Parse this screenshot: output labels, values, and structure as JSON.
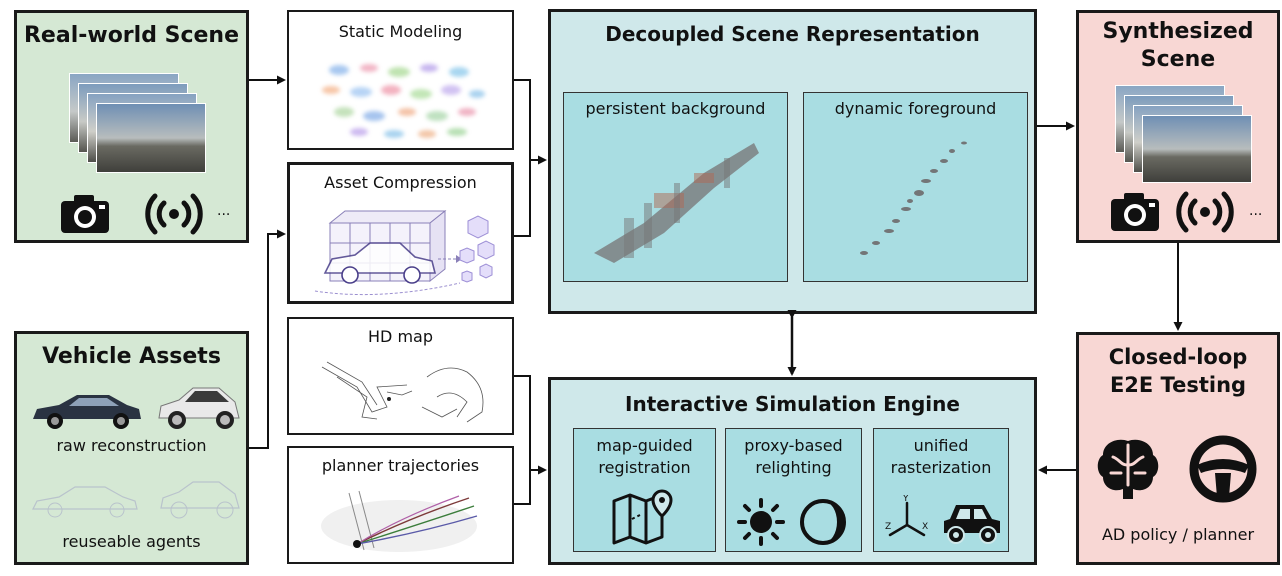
{
  "real_world": {
    "title": "Real-world Scene",
    "ellipsis": "..."
  },
  "static_modeling": {
    "title": "Static Modeling"
  },
  "asset_compression": {
    "title": "Asset Compression"
  },
  "hd_map": {
    "title": "HD map"
  },
  "planner_traj": {
    "title": "planner trajectories"
  },
  "vehicle_assets": {
    "title": "Vehicle Assets",
    "raw": "raw reconstruction",
    "reuse": "reuseable agents"
  },
  "decoupled": {
    "title": "Decoupled Scene Representation",
    "bg": "persistent background",
    "fg": "dynamic foreground"
  },
  "engine": {
    "title": "Interactive Simulation Engine",
    "modules": [
      {
        "line1": "map-guided",
        "line2": "registration"
      },
      {
        "line1": "proxy-based",
        "line2": "relighting"
      },
      {
        "line1": "unified",
        "line2": "rasterization"
      }
    ]
  },
  "synth": {
    "title_l1": "Synthesized",
    "title_l2": "Scene",
    "ellipsis": "..."
  },
  "closed_loop": {
    "title_l1": "Closed-loop",
    "title_l2": "E2E Testing",
    "caption": "AD policy / planner"
  },
  "colors": {
    "green": "#d5e8d4",
    "pink": "#f8d7d4",
    "teal": "#cfe8ea",
    "inner": "#a9dde2"
  }
}
